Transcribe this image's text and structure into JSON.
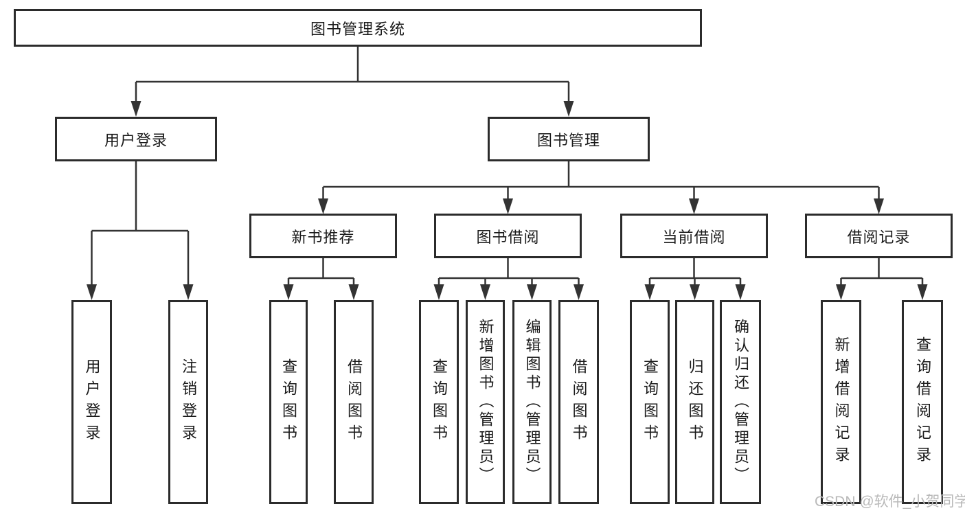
{
  "diagram": {
    "type": "hierarchy-tree",
    "colors": {
      "line": "#333333",
      "box_border": "#2b2b2b",
      "box_fill": "#ffffff",
      "text": "#1a1a1a",
      "watermark": "#b9b9b9"
    },
    "nodes": [
      {
        "id": "root",
        "level": 1,
        "parent": null,
        "label": "图书管理系统"
      },
      {
        "id": "user-login",
        "level": 2,
        "parent": "root",
        "label": "用户登录"
      },
      {
        "id": "book-mgmt",
        "level": 2,
        "parent": "root",
        "label": "图书管理"
      },
      {
        "id": "new-book-rec",
        "level": 3,
        "parent": "book-mgmt",
        "label": "新书推荐"
      },
      {
        "id": "book-borrow",
        "level": 3,
        "parent": "book-mgmt",
        "label": "图书借阅"
      },
      {
        "id": "current-borrow",
        "level": 3,
        "parent": "book-mgmt",
        "label": "当前借阅"
      },
      {
        "id": "borrow-records",
        "level": 3,
        "parent": "book-mgmt",
        "label": "借阅记录"
      },
      {
        "id": "leaf-user-login",
        "level": 4,
        "parent": "user-login",
        "label": "用户登录"
      },
      {
        "id": "leaf-logout",
        "level": 4,
        "parent": "user-login",
        "label": "注销登录"
      },
      {
        "id": "leaf-query-book-1",
        "level": 4,
        "parent": "new-book-rec",
        "label": "查询图书"
      },
      {
        "id": "leaf-borrow-book-1",
        "level": 4,
        "parent": "new-book-rec",
        "label": "借阅图书"
      },
      {
        "id": "leaf-query-book-2",
        "level": 4,
        "parent": "book-borrow",
        "label": "查询图书"
      },
      {
        "id": "leaf-add-book",
        "level": 4,
        "parent": "book-borrow",
        "label": "新增图书（管理员）"
      },
      {
        "id": "leaf-edit-book",
        "level": 4,
        "parent": "book-borrow",
        "label": "编辑图书（管理员）"
      },
      {
        "id": "leaf-borrow-book-2",
        "level": 4,
        "parent": "book-borrow",
        "label": "借阅图书"
      },
      {
        "id": "leaf-query-book-3",
        "level": 4,
        "parent": "current-borrow",
        "label": "查询图书"
      },
      {
        "id": "leaf-return-book",
        "level": 4,
        "parent": "current-borrow",
        "label": "归还图书"
      },
      {
        "id": "leaf-confirm-return",
        "level": 4,
        "parent": "current-borrow",
        "label": "确认归还（管理员）"
      },
      {
        "id": "leaf-add-record",
        "level": 4,
        "parent": "borrow-records",
        "label": "新增借阅记录"
      },
      {
        "id": "leaf-query-record",
        "level": 4,
        "parent": "borrow-records",
        "label": "查询借阅记录"
      }
    ]
  },
  "watermark": {
    "text": "CSDN @软件_小贺同学"
  }
}
